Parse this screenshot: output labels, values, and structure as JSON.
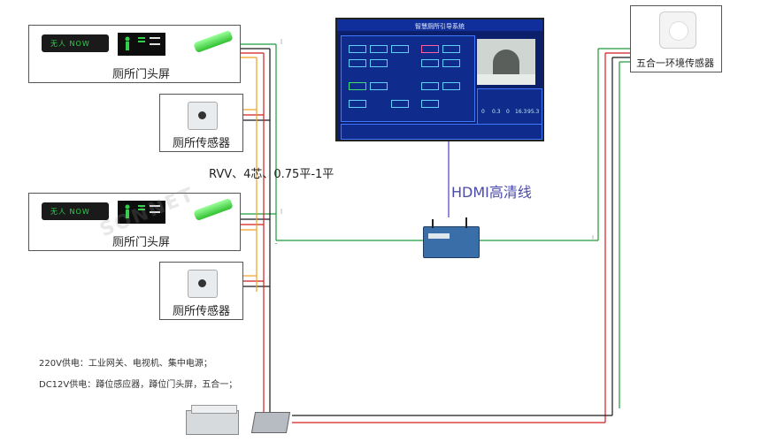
{
  "labels": {
    "door_screen_1": "厕所门头屏",
    "toilet_sensor_1": "厕所传感器",
    "door_screen_2": "厕所门头屏",
    "toilet_sensor_2": "厕所传感器",
    "env_sensor": "五合一环境传感器",
    "cable_spec": "RVV、4芯、0.75平-1平",
    "hdmi": "HDMI高清线",
    "power_220": "220V供电：工业网关、电视机、集中电源；",
    "power_dc12": "DC12V供电：蹲位感应器，蹲位门头屏，五合一；"
  },
  "screen": {
    "title": "智慧厕所引导系统",
    "stats": [
      "0",
      "0.3",
      "0",
      "16.3",
      "95.3"
    ]
  },
  "door_display": {
    "text": "无人 NOW"
  },
  "watermark": "SONNET",
  "colors": {
    "wire_red": "#d21f1f",
    "wire_black": "#1a1a1a",
    "wire_green": "#1e9a3a",
    "wire_orange": "#f0a020",
    "screen_bg": "#0b1f6b",
    "hdmi_line": "#6a5acd"
  }
}
